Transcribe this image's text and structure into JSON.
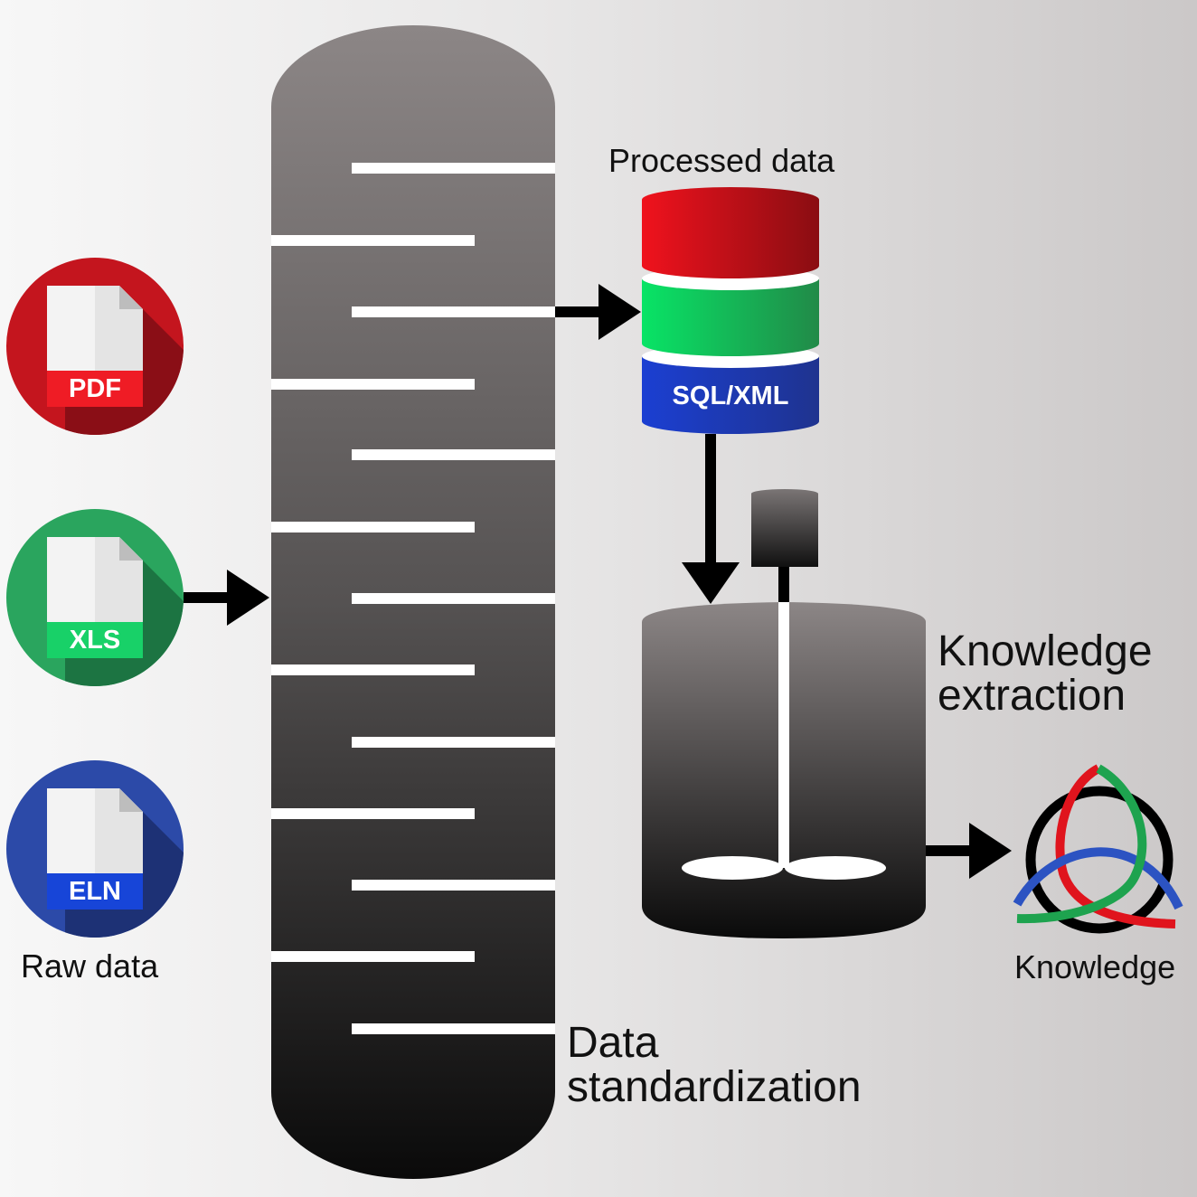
{
  "raw_data": {
    "label": "Raw data",
    "files": [
      {
        "name": "pdf-file",
        "label": "PDF",
        "color": "#c4151e",
        "band": "#ef1c25",
        "shadow": "#8a0e16"
      },
      {
        "name": "xls-file",
        "label": "XLS",
        "color": "#2aa55e",
        "band": "#18d168",
        "shadow": "#1c7442"
      },
      {
        "name": "eln-file",
        "label": "ELN",
        "color": "#2c4aa8",
        "band": "#1745d8",
        "shadow": "#1d3175"
      }
    ]
  },
  "standardization": {
    "label_line1": "Data",
    "label_line2": "standardization"
  },
  "processed": {
    "label": "Processed data",
    "db_label": "SQL/XML",
    "colors": {
      "top": "#e8121d",
      "middle": "#0fc85e",
      "bottom": "#1f3fc8"
    }
  },
  "extraction": {
    "label_line1": "Knowledge",
    "label_line2": "extraction"
  },
  "knowledge": {
    "label": "Knowledge",
    "colors": {
      "red": "#e0141d",
      "green": "#1ea34f",
      "blue": "#2c53c2",
      "ring": "#000000"
    }
  }
}
